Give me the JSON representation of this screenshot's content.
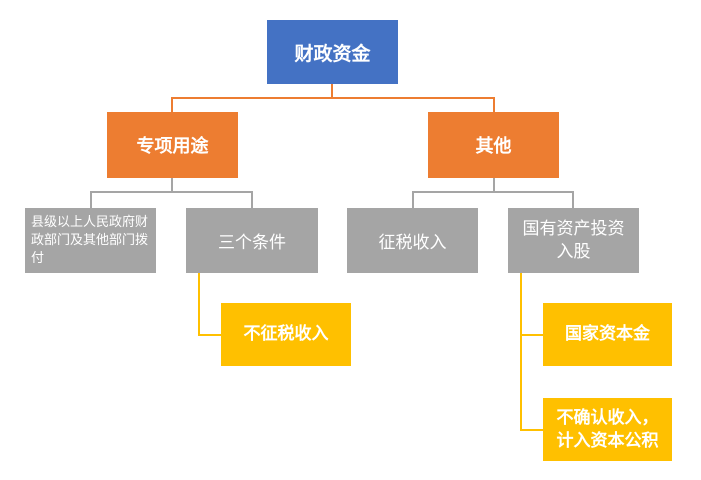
{
  "diagram": {
    "root": "财政资金",
    "left": {
      "label": "专项用途",
      "child_a": "县级以上人民政府财政部门及其他部门拨付",
      "child_b": "三个条件",
      "child_b_leaf": "不征税收入"
    },
    "right": {
      "label": "其他",
      "child_a": "征税收入",
      "child_b": "国有资产投资入股",
      "leaf_1": "国家资本金",
      "leaf_2": "不确认收入，计入资本公积"
    },
    "colors": {
      "root": "#4472c4",
      "level1": "#ed7d31",
      "level2": "#a5a5a5",
      "leaf": "#ffc000",
      "connector_top": "#ed7d31",
      "connector_mid": "#a5a5a5",
      "connector_leaf": "#ffc000"
    }
  }
}
